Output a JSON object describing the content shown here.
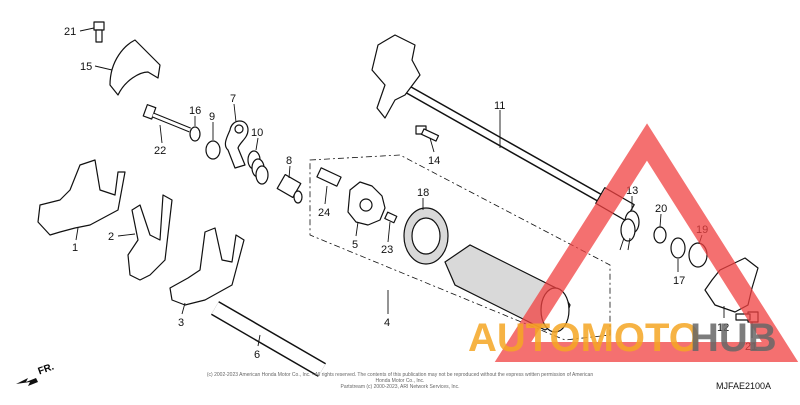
{
  "diagram": {
    "code": "MJFAE2100A",
    "front_label": "FR.",
    "copyright_lines": [
      "(c) 2002-2023 American Honda Motor Co., Inc. - All rights reserved. The contents of this publication may not be reproduced without the express written permission of American Honda Motor Co., Inc.",
      "Partstream (c) 2000-2023, ARI Network Services, Inc."
    ],
    "callouts": [
      "21",
      "15",
      "16",
      "9",
      "7",
      "10",
      "22",
      "8",
      "1",
      "2",
      "3",
      "6",
      "11",
      "14",
      "13",
      "24",
      "5",
      "18",
      "23",
      "4",
      "20",
      "19",
      "17",
      "12",
      "21"
    ]
  },
  "watermark": {
    "text_orange": "AUTOMOTO",
    "text_grey": "HUB",
    "color_red": "#f04040",
    "color_orange": "#f5a623",
    "color_grey": "#666666"
  }
}
